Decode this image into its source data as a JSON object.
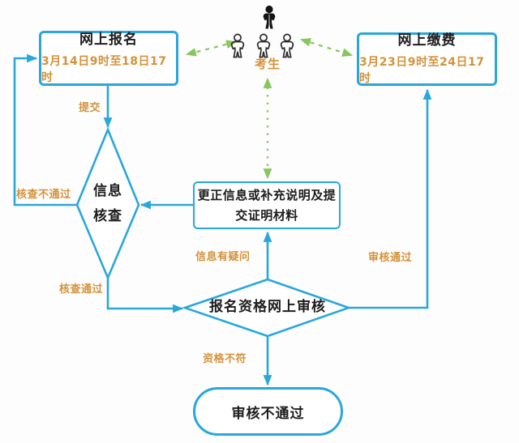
{
  "colors": {
    "line_blue": "#29a7db",
    "label_orange": "#d4923b",
    "arrow_green": "#86c65c",
    "text_black": "#1d1d1d"
  },
  "nodes": {
    "register": {
      "title": "网上报名",
      "date": "3月14日9时至18日17时"
    },
    "pay": {
      "title": "网上缴费",
      "date": "3月23日9时至24日17时"
    },
    "candidates": {
      "label": "考生"
    },
    "info_check": {
      "line1": "信息",
      "line2": "核查"
    },
    "correction": {
      "line1": "更正信息或补充说明及提",
      "line2": "交证明材料"
    },
    "qualification_review": {
      "title": "报名资格网上审核"
    },
    "review_failed": {
      "title": "审核不通过"
    }
  },
  "edge_labels": {
    "submit": "提交",
    "check_failed": "核查不通过",
    "check_passed": "核查通过",
    "info_question": "信息有疑问",
    "review_passed": "审核通过",
    "qualification_mismatch": "资格不符"
  }
}
